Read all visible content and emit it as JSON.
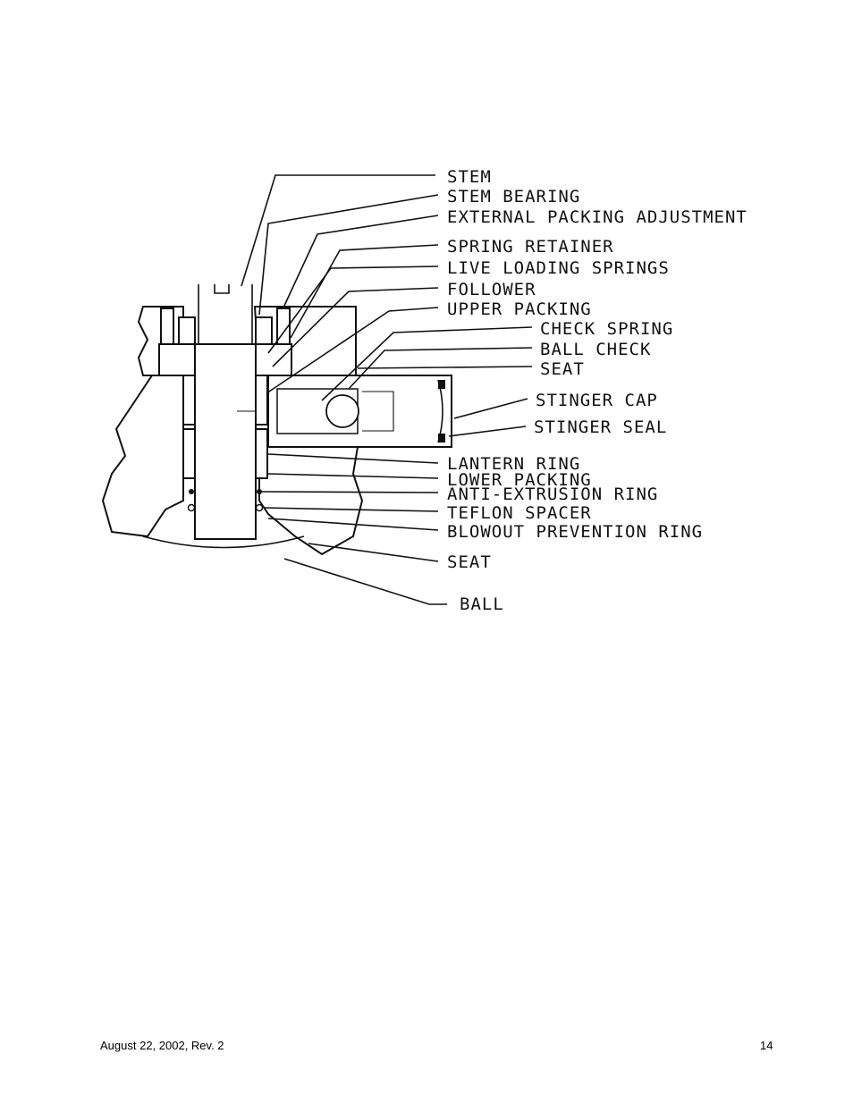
{
  "diagram": {
    "callouts": [
      {
        "id": "stem",
        "label": "STEM"
      },
      {
        "id": "stem-bearing",
        "label": "STEM BEARING"
      },
      {
        "id": "external-packing-adjustment",
        "label": "EXTERNAL PACKING ADJUSTMENT"
      },
      {
        "id": "spring-retainer",
        "label": "SPRING RETAINER"
      },
      {
        "id": "live-loading-springs",
        "label": "LIVE LOADING SPRINGS"
      },
      {
        "id": "follower",
        "label": "FOLLOWER"
      },
      {
        "id": "upper-packing",
        "label": "UPPER PACKING"
      },
      {
        "id": "check-spring",
        "label": "CHECK SPRING"
      },
      {
        "id": "ball-check",
        "label": "BALL CHECK"
      },
      {
        "id": "seat-upper",
        "label": "SEAT"
      },
      {
        "id": "stinger-cap",
        "label": "STINGER CAP"
      },
      {
        "id": "stinger-seal",
        "label": "STINGER SEAL"
      },
      {
        "id": "lantern-ring",
        "label": "LANTERN RING"
      },
      {
        "id": "lower-packing",
        "label": "LOWER PACKING"
      },
      {
        "id": "anti-extrusion-ring",
        "label": "ANTI-EXTRUSION RING"
      },
      {
        "id": "teflon-spacer",
        "label": "TEFLON SPACER"
      },
      {
        "id": "blowout-prevention-ring",
        "label": "BLOWOUT PREVENTION RING"
      },
      {
        "id": "seat-lower",
        "label": "SEAT"
      },
      {
        "id": "ball",
        "label": "BALL"
      }
    ]
  },
  "footer": {
    "date_rev": "August 22, 2002, Rev. 2",
    "page_number": "14"
  }
}
